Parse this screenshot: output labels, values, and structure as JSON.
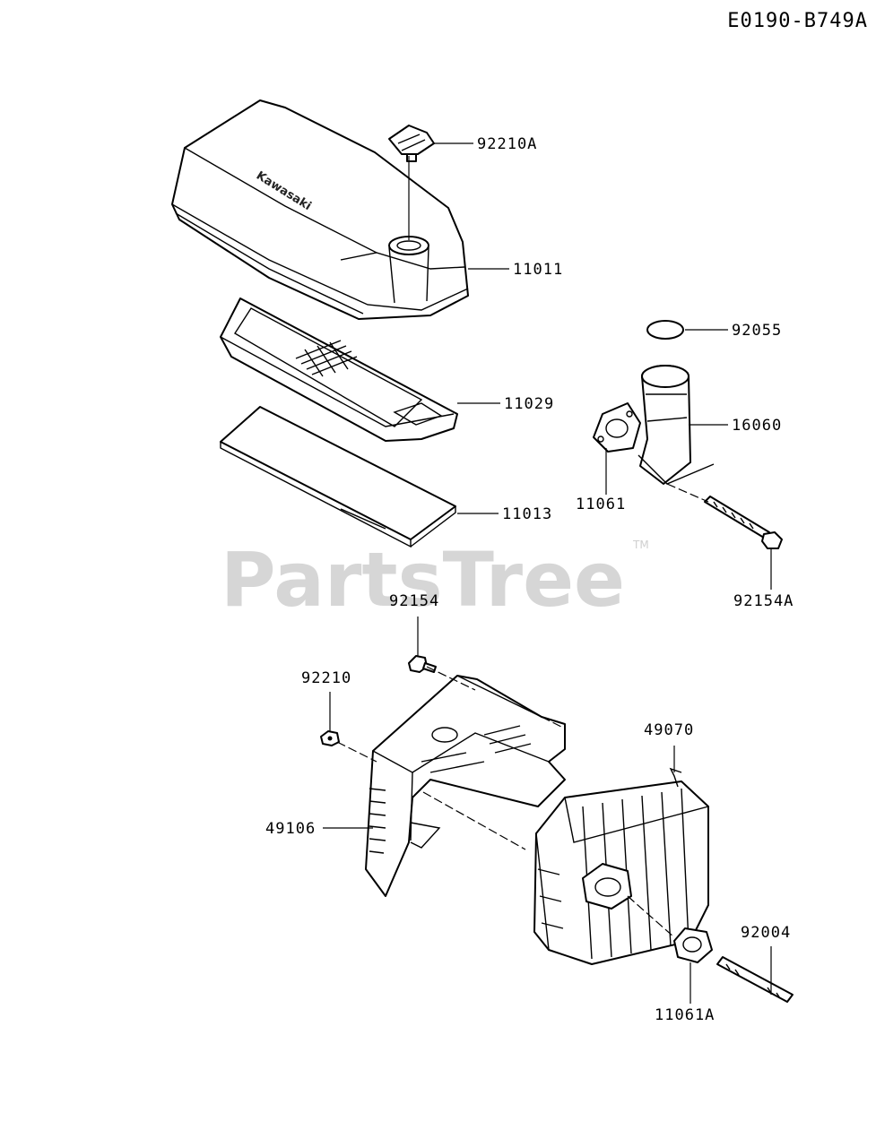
{
  "diagram": {
    "code": "E0190-B749A",
    "watermark": "PartsTree",
    "trademark": "TM",
    "brand_on_cover": "Kawasaki",
    "parts": [
      {
        "id": "92210A"
      },
      {
        "id": "11011"
      },
      {
        "id": "92055"
      },
      {
        "id": "11029"
      },
      {
        "id": "16060"
      },
      {
        "id": "11061"
      },
      {
        "id": "11013"
      },
      {
        "id": "92154A"
      },
      {
        "id": "92154"
      },
      {
        "id": "92210"
      },
      {
        "id": "49070"
      },
      {
        "id": "49106"
      },
      {
        "id": "92004"
      },
      {
        "id": "11061A"
      }
    ]
  }
}
